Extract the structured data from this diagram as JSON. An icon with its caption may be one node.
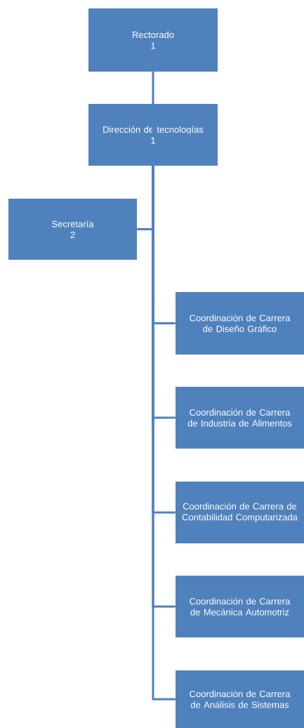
{
  "diagram": {
    "nodes": [
      {
        "text": [
          "Rectorado",
          "1"
        ]
      },
      {
        "text": [
          "Dirección de tecnologías",
          "1"
        ]
      },
      {
        "text": [
          "Secretaría",
          "2"
        ]
      },
      {
        "text": [
          "Coordinación de Carrera de Diseño Gráfico"
        ]
      },
      {
        "text": [
          "Coordinación de Carrera de Industria de Alimentos"
        ]
      },
      {
        "text": [
          "Coordinación de Carrera de Contabilidad Computarizada"
        ]
      },
      {
        "text": [
          "Coordinación de Carrera de Mecánica Automotriz"
        ]
      },
      {
        "text": [
          "Coordinación de Carrera de Análisis de Sistemas"
        ]
      }
    ],
    "edges": [
      {
        "from": 0,
        "to": 1,
        "arrow": "none"
      },
      {
        "from": 1,
        "to": 2,
        "arrow": "none"
      },
      {
        "from": 1,
        "to": 3,
        "arrow": "none"
      },
      {
        "from": 1,
        "to": 4,
        "arrow": "none"
      },
      {
        "from": 1,
        "to": 5,
        "arrow": "none"
      },
      {
        "from": 1,
        "to": 6,
        "arrow": "none"
      },
      {
        "from": 1,
        "to": 7,
        "arrow": "none"
      }
    ]
  }
}
